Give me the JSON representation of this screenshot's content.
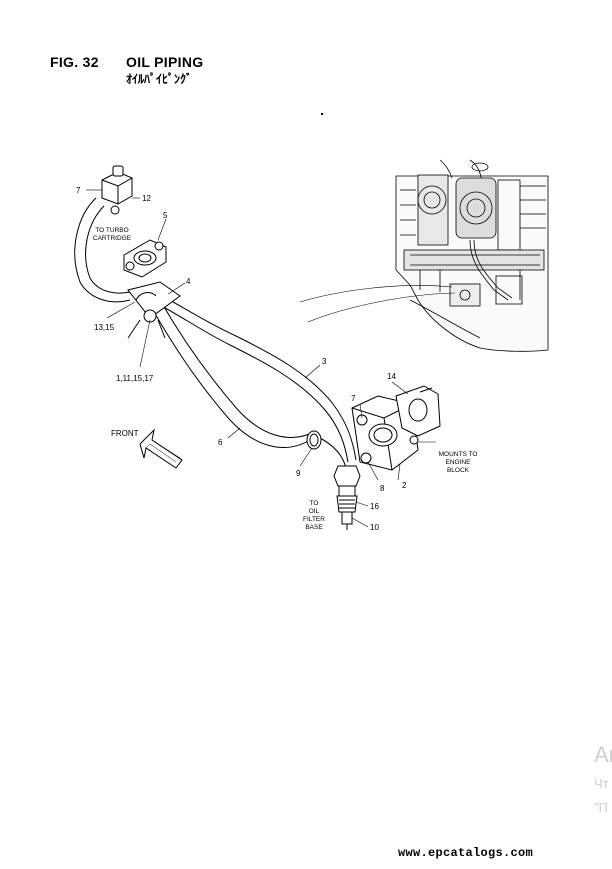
{
  "header": {
    "fig_number": "FIG. 32",
    "title": "OIL PIPING",
    "subtitle": "ｵｲﾙﾊﾟｲﾋﾟﾝｸﾞ"
  },
  "callouts": {
    "c7a": "7",
    "c12": "12",
    "c5": "5",
    "c4": "4",
    "c13_15": "13,15",
    "c1_11_15_17": "1,11,15,17",
    "c3": "3",
    "c14": "14",
    "c7b": "7",
    "c6": "6",
    "c9": "9",
    "c8": "8",
    "c2": "2",
    "c16": "16",
    "c10": "10"
  },
  "notes": {
    "turbo": [
      "TO TURBO",
      "CARTRIDGE"
    ],
    "front": "FRONT",
    "mounts": [
      "MOUNTS TO",
      "ENGINE",
      "BLOCK"
    ],
    "oil_filter": [
      "TO",
      "OIL",
      "FILTER",
      "BASE"
    ]
  },
  "watermark": {
    "line1": "Ar",
    "line2": "Чт",
    "line3": "\"П"
  },
  "footer": {
    "site": "www.epcatalogs.com"
  }
}
